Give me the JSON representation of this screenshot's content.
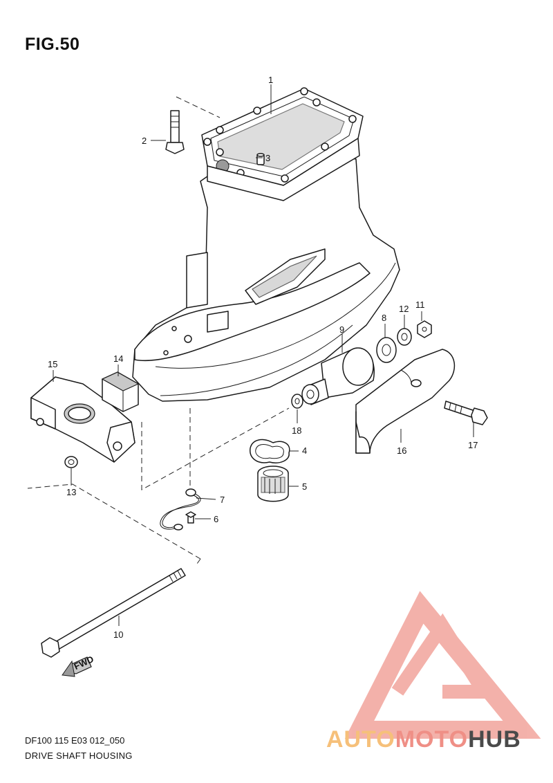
{
  "figure": {
    "title": "FIG.50",
    "code": "DF100 115 E03 012_050",
    "name": "DRIVE SHAFT HOUSING",
    "fwd_label": "FWD"
  },
  "parts": [
    {
      "id": "1",
      "label": "1"
    },
    {
      "id": "2",
      "label": "2"
    },
    {
      "id": "3",
      "label": "3"
    },
    {
      "id": "4",
      "label": "4"
    },
    {
      "id": "5",
      "label": "5"
    },
    {
      "id": "6",
      "label": "6"
    },
    {
      "id": "7",
      "label": "7"
    },
    {
      "id": "8",
      "label": "8"
    },
    {
      "id": "9",
      "label": "9"
    },
    {
      "id": "10",
      "label": "10"
    },
    {
      "id": "11",
      "label": "11"
    },
    {
      "id": "12",
      "label": "12"
    },
    {
      "id": "13",
      "label": "13"
    },
    {
      "id": "14",
      "label": "14"
    },
    {
      "id": "15",
      "label": "15"
    },
    {
      "id": "16",
      "label": "16"
    },
    {
      "id": "17",
      "label": "17"
    },
    {
      "id": "18",
      "label": "18"
    }
  ],
  "watermark": {
    "part1": "AUTO",
    "part2": "MOTO",
    "part3": "HUB",
    "colors": {
      "auto": "#f6c07a",
      "moto": "#ef8f86",
      "hub": "#4a4a4a",
      "logo": "#f2a49c"
    }
  }
}
